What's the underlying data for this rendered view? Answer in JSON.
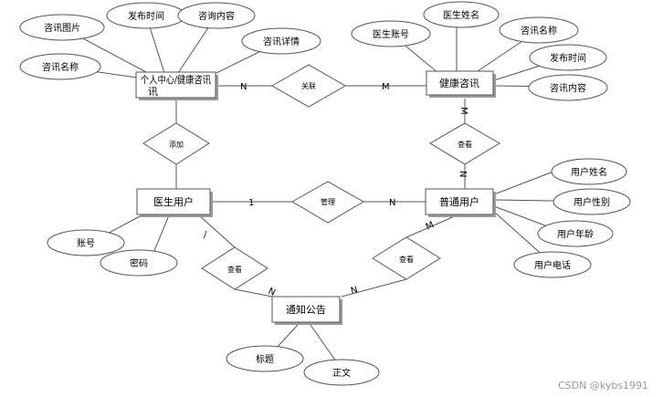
{
  "entities": {
    "profile": "个人中心/健康咨讯",
    "health_news": "健康咨讯",
    "doctor": "医生用户",
    "user": "普通用户",
    "notice": "通知公告"
  },
  "relations": {
    "associate": "关联",
    "add": "添加",
    "view_news": "查看",
    "manage": "管理",
    "view_notice_left": "查看",
    "view_notice_right": "查看"
  },
  "attributes": {
    "profile": [
      "咨讯图片",
      "发布时间",
      "咨询内容",
      "咨讯详情",
      "咨讯名称"
    ],
    "health_news": [
      "医生账号",
      "医生姓名",
      "咨讯名称",
      "发布时间",
      "咨讯内容"
    ],
    "user": [
      "用户姓名",
      "用户性别",
      "用户年龄",
      "用户电话"
    ],
    "doctor": [
      "账号",
      "密码"
    ],
    "notice": [
      "标题",
      "正文"
    ]
  },
  "cardinality": {
    "profile_associate": "N",
    "associate_news": "M",
    "news_view": "M",
    "view_user": "N",
    "doctor_manage": "1",
    "manage_user": "N",
    "doctor_view": "/",
    "view_notice_l": "N",
    "user_view": "M",
    "view_notice_r": "N"
  },
  "watermark": "CSDN @kybs1991"
}
